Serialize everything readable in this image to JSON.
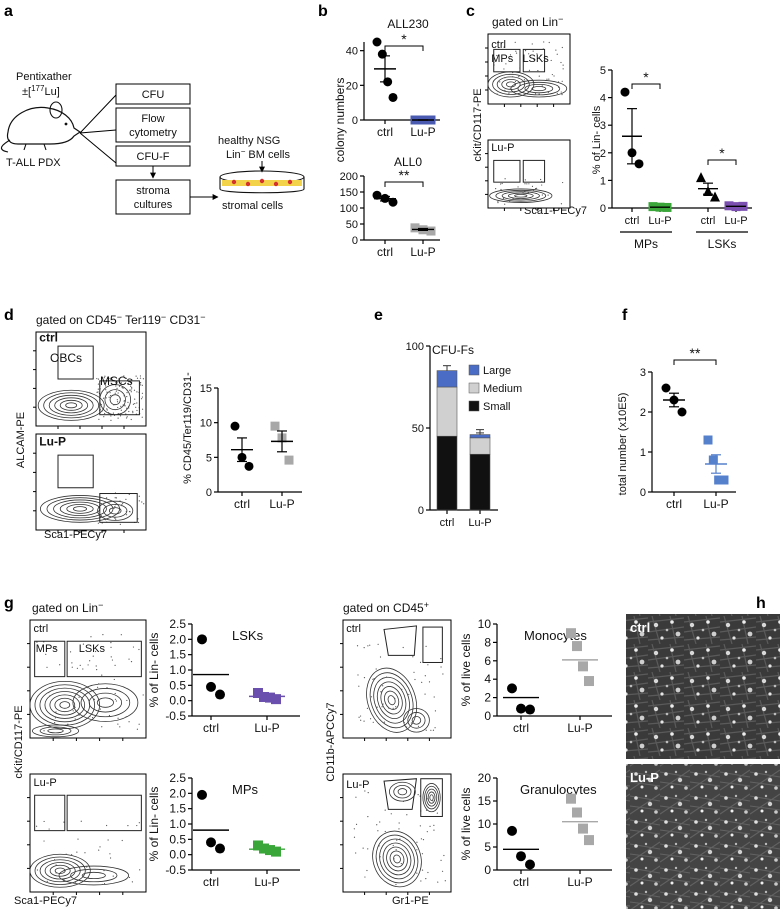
{
  "panels": {
    "a": {
      "letter": "a",
      "mouse_label_line1": "Pentixather",
      "mouse_label_line2_prefix": "±[",
      "mouse_label_sup": "177",
      "mouse_label_line2_suffix": "Lu]",
      "pdx_label": "T-ALL PDX",
      "boxes": [
        "CFU",
        "Flow",
        "cytometry",
        "CFU-F",
        "stroma",
        "cultures"
      ],
      "dish_label_line1": "healthy NSG",
      "dish_label_line2_pre": "Lin",
      "dish_label_line2_sup": "−",
      "dish_label_line2_post": " BM cells",
      "stromal_label": "stromal cells"
    },
    "b": {
      "letter": "b",
      "ylabel": "colony numbers",
      "top": {
        "title": "ALL230",
        "sig": "*",
        "yticks": [
          "0",
          "20",
          "40"
        ]
      },
      "bottom": {
        "title": "ALL0",
        "sig": "**",
        "yticks": [
          "0",
          "50",
          "100",
          "150",
          "200"
        ]
      },
      "xlabels": [
        "ctrl",
        "Lu-P"
      ]
    },
    "c": {
      "letter": "c",
      "gating_pre": "gated on Lin",
      "gating_sup": "−",
      "flow_labels": {
        "ctrl": "ctrl",
        "mps": "MPs",
        "lsks": "LSKs",
        "lup": "Lu-P"
      },
      "flow_y": "cKit/CD117-PE",
      "flow_x": "Sca1-PECy7",
      "ylabel": "% of Lin- cells",
      "yticks": [
        "0",
        "1",
        "2",
        "3",
        "4",
        "5"
      ],
      "xlabels": [
        "ctrl",
        "Lu-P",
        "ctrl",
        "Lu-P"
      ],
      "groups": [
        "MPs",
        "LSKs"
      ],
      "sig": [
        "*",
        "*"
      ]
    },
    "d": {
      "letter": "d",
      "gating_pre": "gated on CD45",
      "gating_mid1": " Ter119",
      "gating_mid2": " CD31",
      "sup": "−",
      "flow_labels": {
        "ctrl": "ctrl",
        "obcs": "OBCs",
        "mscs": "MSCs",
        "lup": "Lu-P"
      },
      "flow_y": "ALCAM-PE",
      "flow_x": "Sca1-PECy7",
      "ylabel": "% CD45/Ter119/CD31-",
      "yticks": [
        "0",
        "5",
        "10",
        "15"
      ],
      "xlabels": [
        "ctrl",
        "Lu-P"
      ]
    },
    "e": {
      "letter": "e",
      "title": "CFU-Fs",
      "yticks": [
        "0",
        "50",
        "100"
      ],
      "xlabels": [
        "ctrl",
        "Lu-P"
      ],
      "legend": [
        "Large",
        "Medium",
        "Small"
      ]
    },
    "f": {
      "letter": "f",
      "ylabel": "total number (x10E5)",
      "yticks": [
        "0",
        "1",
        "2",
        "3"
      ],
      "xlabels": [
        "ctrl",
        "Lu-P"
      ],
      "sig": "**"
    },
    "g": {
      "letter": "g",
      "left_gating_pre": "gated on Lin",
      "left_gating_sup": "−",
      "right_gating_pre": "gated on CD45",
      "right_gating_sup": "+",
      "flow_labels_left": {
        "ctrl": "ctrl",
        "mps": "MPs",
        "lsks": "LSKs",
        "lup": "Lu-P"
      },
      "flow_left_y": "cKit/CD117-PE",
      "flow_left_x": "Sca1-PECy7",
      "flow_labels_right": {
        "ctrl": "ctrl",
        "lup": "Lu-P"
      },
      "flow_right_y": "CD11b-APCCy7",
      "flow_right_x": "Gr1-PE",
      "lsks": {
        "title": "LSKs",
        "ylabel": "% of Lin- cells",
        "yticks": [
          "-0.5",
          "0.0",
          "0.5",
          "1.0",
          "1.5",
          "2.0",
          "2.5"
        ]
      },
      "mps": {
        "title": "MPs",
        "ylabel": "% of Lin- cells",
        "yticks": [
          "-0.5",
          "0.0",
          "0.5",
          "1.0",
          "1.5",
          "2.0",
          "2.5"
        ]
      },
      "mono": {
        "title": "Monocytes",
        "ylabel": "% of live cells",
        "yticks": [
          "0",
          "2",
          "4",
          "6",
          "8",
          "10"
        ]
      },
      "gran": {
        "title": "Granulocytes",
        "ylabel": "% of live cells",
        "yticks": [
          "0",
          "5",
          "10",
          "15",
          "20"
        ]
      },
      "xlabels": [
        "ctrl",
        "Lu-P"
      ]
    },
    "h": {
      "letter": "h",
      "labels": [
        "ctrl",
        "Lu-P"
      ]
    }
  },
  "colors": {
    "ctrl": "#000000",
    "b_lup": "#4a5ab0",
    "c_lup": "#3aa63a",
    "c_lsk_lup": "#7a4fb0",
    "d_lup": "#a8a8a8",
    "f_lup": "#5580cc",
    "g_lsk_lup": "#6a4fae",
    "g_mp_lup": "#3aa63a",
    "g_mono_lup": "#a8a8a8",
    "large": "#4a6cc4",
    "medium": "#d0d0d0",
    "small": "#111111"
  },
  "chart_data": [
    {
      "panel": "b-top",
      "type": "scatter",
      "title": "ALL230",
      "categories": [
        "ctrl",
        "Lu-P"
      ],
      "series": [
        {
          "name": "ctrl",
          "values": [
            45,
            38,
            22,
            13
          ]
        },
        {
          "name": "Lu-P",
          "values": [
            0,
            0,
            0,
            0
          ]
        }
      ],
      "mean": [
        29.5,
        0
      ],
      "sem": [
        7.5,
        0
      ],
      "ylim": [
        0,
        50
      ],
      "significance": "*"
    },
    {
      "panel": "b-bottom",
      "type": "scatter",
      "title": "ALL0",
      "categories": [
        "ctrl",
        "Lu-P"
      ],
      "series": [
        {
          "name": "ctrl",
          "values": [
            140,
            130,
            118
          ]
        },
        {
          "name": "Lu-P",
          "values": [
            38,
            32,
            28
          ]
        }
      ],
      "mean": [
        129,
        33
      ],
      "sem": [
        7,
        3
      ],
      "ylim": [
        0,
        200
      ],
      "significance": "**"
    },
    {
      "panel": "c",
      "type": "scatter",
      "ylabel": "% of Lin- cells",
      "categories": [
        "MPs ctrl",
        "MPs Lu-P",
        "LSKs ctrl",
        "LSKs Lu-P"
      ],
      "series": [
        {
          "name": "MPs ctrl",
          "values": [
            4.2,
            2.0,
            1.6
          ]
        },
        {
          "name": "MPs Lu-P",
          "values": [
            0.05,
            0.03,
            0.02
          ]
        },
        {
          "name": "LSKs ctrl",
          "values": [
            1.1,
            0.6,
            0.4
          ]
        },
        {
          "name": "LSKs Lu-P",
          "values": [
            0.08,
            0.05,
            0.06
          ]
        }
      ],
      "mean": [
        2.6,
        0.03,
        0.7,
        0.06
      ],
      "ylim": [
        0,
        5
      ]
    },
    {
      "panel": "d",
      "type": "scatter",
      "ylabel": "% CD45/Ter119/CD31-",
      "categories": [
        "ctrl",
        "Lu-P"
      ],
      "series": [
        {
          "name": "ctrl",
          "values": [
            9.5,
            5.0,
            3.7
          ]
        },
        {
          "name": "Lu-P",
          "values": [
            9.5,
            7.8,
            4.6
          ]
        }
      ],
      "mean": [
        6.1,
        7.3
      ],
      "sem": [
        1.7,
        1.5
      ],
      "ylim": [
        0,
        15
      ]
    },
    {
      "panel": "e",
      "type": "bar",
      "title": "CFU-Fs",
      "categories": [
        "ctrl",
        "Lu-P"
      ],
      "series": [
        {
          "name": "Small",
          "values": [
            45,
            34
          ]
        },
        {
          "name": "Medium",
          "values": [
            30,
            10
          ]
        },
        {
          "name": "Large",
          "values": [
            10,
            2
          ]
        }
      ],
      "stacked": true,
      "ylim": [
        0,
        100
      ]
    },
    {
      "panel": "f",
      "type": "scatter",
      "ylabel": "total number (x10E5)",
      "categories": [
        "ctrl",
        "Lu-P"
      ],
      "series": [
        {
          "name": "ctrl",
          "values": [
            2.6,
            2.3,
            2.0
          ]
        },
        {
          "name": "Lu-P",
          "values": [
            1.3,
            0.8,
            0.3,
            0.3
          ]
        }
      ],
      "mean": [
        2.3,
        0.7
      ],
      "sem": [
        0.17,
        0.23
      ],
      "ylim": [
        0,
        3
      ],
      "significance": "**"
    },
    {
      "panel": "g-lsks",
      "type": "scatter",
      "title": "LSKs",
      "ylabel": "% of Lin- cells",
      "categories": [
        "ctrl",
        "Lu-P"
      ],
      "series": [
        {
          "name": "ctrl",
          "values": [
            2.0,
            0.45,
            0.2
          ]
        },
        {
          "name": "Lu-P",
          "values": [
            0.25,
            0.12,
            0.1,
            0.05
          ]
        }
      ],
      "mean": [
        0.85,
        0.14
      ],
      "ylim": [
        -0.5,
        2.5
      ]
    },
    {
      "panel": "g-mps",
      "type": "scatter",
      "title": "MPs",
      "ylabel": "% of Lin- cells",
      "categories": [
        "ctrl",
        "Lu-P"
      ],
      "series": [
        {
          "name": "ctrl",
          "values": [
            1.95,
            0.4,
            0.2
          ]
        },
        {
          "name": "Lu-P",
          "values": [
            0.3,
            0.2,
            0.15,
            0.1
          ]
        }
      ],
      "mean": [
        0.8,
        0.18
      ],
      "ylim": [
        -0.5,
        2.5
      ]
    },
    {
      "panel": "g-monocytes",
      "type": "scatter",
      "title": "Monocytes",
      "ylabel": "% of live cells",
      "categories": [
        "ctrl",
        "Lu-P"
      ],
      "series": [
        {
          "name": "ctrl",
          "values": [
            3.0,
            0.8,
            0.7
          ]
        },
        {
          "name": "Lu-P",
          "values": [
            9.0,
            7.6,
            5.4,
            3.8
          ]
        }
      ],
      "mean": [
        2.0,
        6.1
      ],
      "ylim": [
        0,
        10
      ]
    },
    {
      "panel": "g-granulocytes",
      "type": "scatter",
      "title": "Granulocytes",
      "ylabel": "% of live cells",
      "categories": [
        "ctrl",
        "Lu-P"
      ],
      "series": [
        {
          "name": "ctrl",
          "values": [
            8.5,
            3.0,
            1.2
          ]
        },
        {
          "name": "Lu-P",
          "values": [
            15.5,
            12.5,
            9.0,
            6.5
          ]
        }
      ],
      "mean": [
        4.5,
        10.5
      ],
      "ylim": [
        0,
        20
      ]
    }
  ]
}
